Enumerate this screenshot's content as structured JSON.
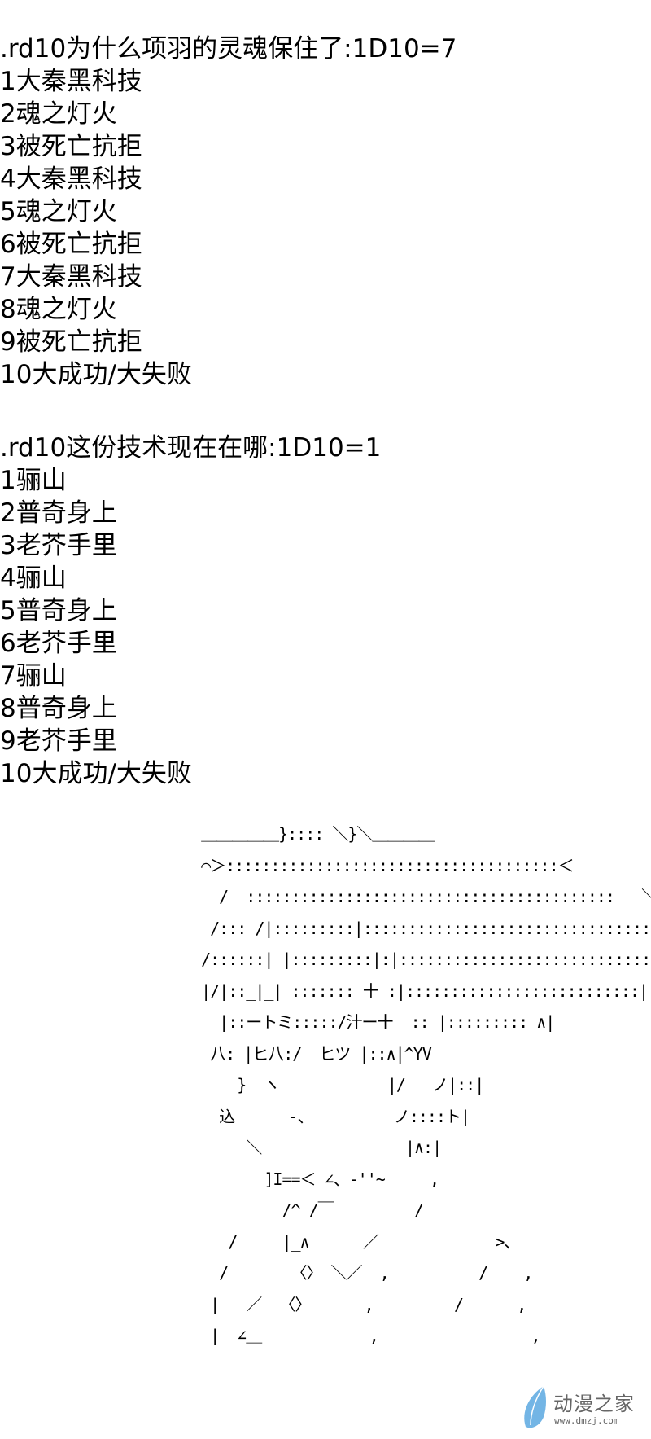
{
  "block1": {
    "heading": ".rd10为什么项羽的灵魂保住了:1D10=7",
    "options": [
      "1大秦黑科技",
      "2魂之灯火",
      "3被死亡抗拒",
      "4大秦黑科技",
      "5魂之灯火",
      "6被死亡抗拒",
      "7大秦黑科技",
      "8魂之灯火",
      "9被死亡抗拒",
      "10大成功/大失败"
    ]
  },
  "block2": {
    "heading": ".rd10这份技术现在在哪:1D10=1",
    "options": [
      "1骊山",
      "2普奇身上",
      "3老芥手里",
      "4骊山",
      "5普奇身上",
      "6老芥手里",
      "7骊山",
      "8普奇身上",
      "9老芥手里",
      "10大成功/大失败"
    ]
  },
  "ascii_art": [
    "  ＿＿＿＿＿}:::: ＼}＼＿＿＿＿",
    "  ⌒＞:::::::::::::::::::::::::::::::::::::＜",
    "    /  :::::::::::::::::::::::::::::::::::::::::   ＼",
    "   /::: /|:::::::::|::::::::::::::::::::::::::::::::  ＼",
    "  /::::::| |:::::::::|:|::::::::::::::::::::::::::::::ト",
    "  |/|::_|_| ::::::: 十 :|::::::::::::::::::::::::::|",
    "    |::ートミ:::::/汁ー十  :: |::::::::: ∧|",
    "   八: |ヒ八:/  ヒツ |::∧|^YV",
    "      }  ヽ            |/   ノ|::|",
    "    込      -、         ノ::::ト|",
    "       ＼                |∧:|",
    "         ]I==＜ ∠、-''~     ,",
    "           /^ /￣         /",
    "     /     |_∧      ／             >、",
    "    /       〈〉 ＼／  ,          /    ,",
    "   |   ／  〈〉      ,         /      ,",
    "   |  ∠＿            ,                 ,"
  ],
  "watermark": {
    "title": "动漫之家",
    "url": "www.dmzj.com",
    "color": "#5aa8e0"
  }
}
